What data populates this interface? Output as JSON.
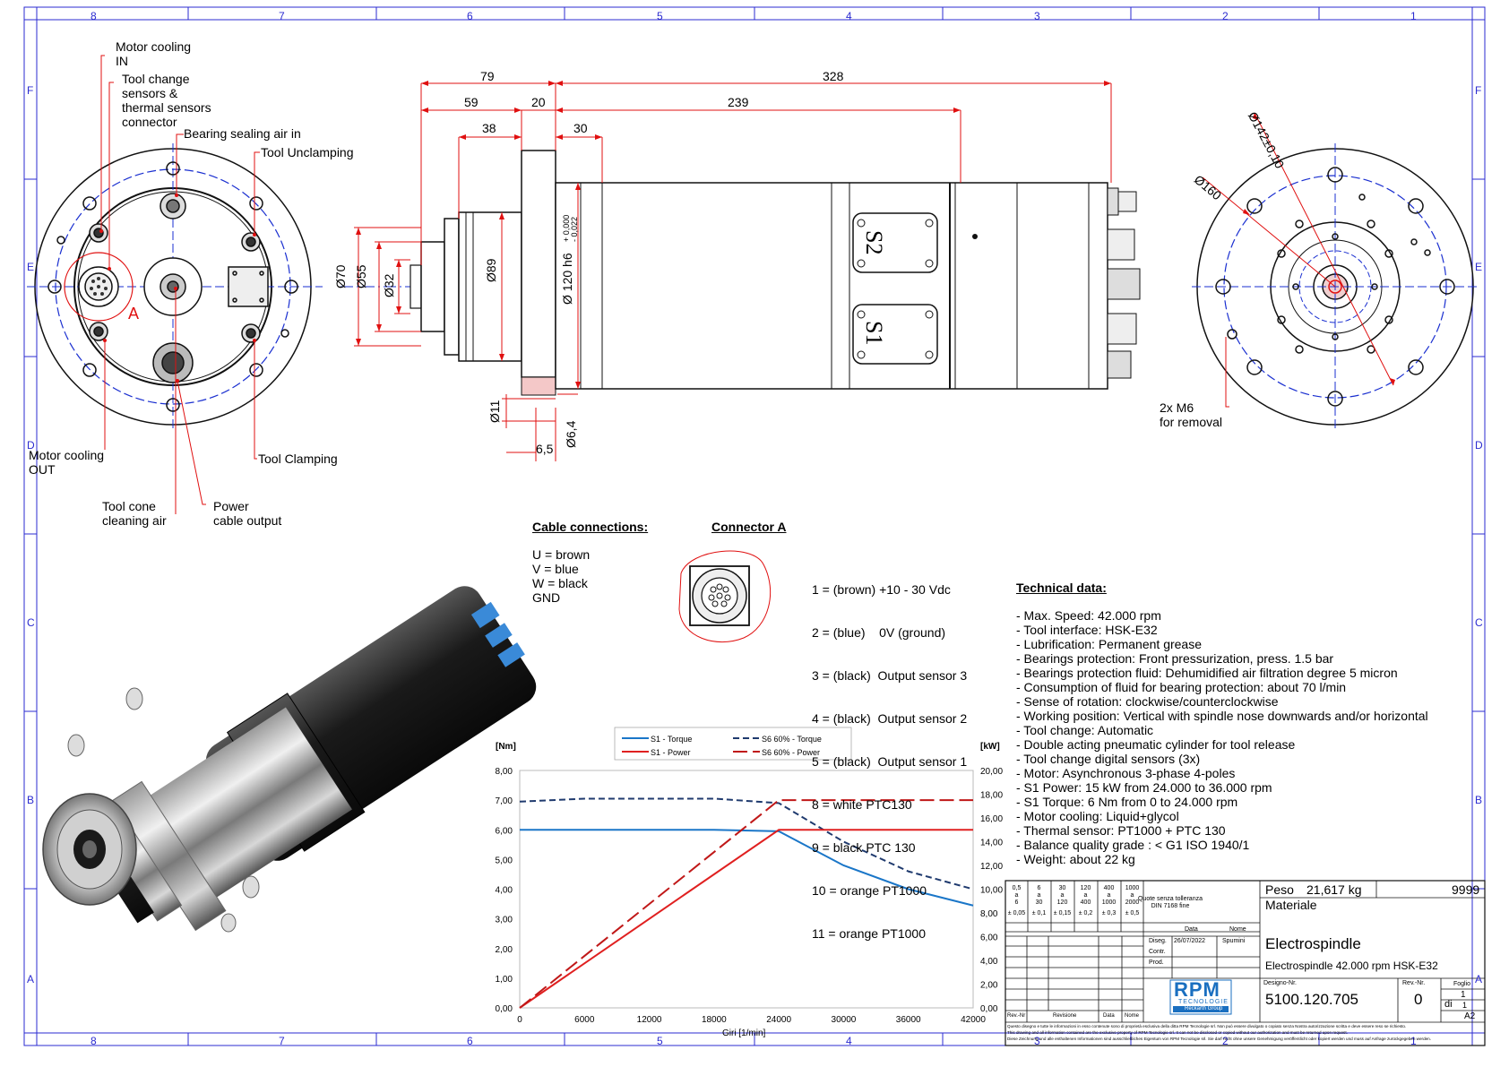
{
  "frame": {
    "column_numbers": [
      "8",
      "7",
      "6",
      "5",
      "4",
      "3",
      "2",
      "1"
    ],
    "row_letters": [
      "F",
      "E",
      "D",
      "C",
      "B",
      "A"
    ]
  },
  "front_view_labels": {
    "motor_cooling_in": [
      "Motor cooling",
      "IN"
    ],
    "tool_change_sensors": [
      "Tool change",
      "sensors &",
      "thermal sensors",
      "connector"
    ],
    "bearing_sealing_air": "Bearing sealing air in",
    "tool_unclamping": "Tool Unclamping",
    "connector_mark": "A",
    "motor_cooling_out": [
      "Motor cooling",
      "OUT"
    ],
    "tool_clamping": "Tool Clamping",
    "tool_cone_cleaning": [
      "Tool cone",
      "cleaning air"
    ],
    "power_cable": [
      "Power",
      "cable output"
    ]
  },
  "side_view_dims": {
    "d79": "79",
    "d328": "328",
    "d59": "59",
    "d20": "20",
    "d239": "239",
    "d38": "38",
    "d30": "30",
    "dia70": "Ø70",
    "dia55": "Ø55",
    "dia32": "Ø32",
    "dia89": "Ø89",
    "dia120": "Ø 120 h6",
    "tol_upper": "+ 0,000",
    "tol_lower": "- 0,022",
    "dia11": "Ø11",
    "d65": "6,5",
    "dia64": "Ø6,4",
    "s2": "S2",
    "s1": "S1"
  },
  "rear_view_labels": {
    "dia142": "Ø142±0,10",
    "dia160": "Ø160",
    "m6": [
      "2x M6",
      "for removal"
    ]
  },
  "cable_connections": {
    "title": "Cable connections:",
    "items": [
      "U = brown",
      "V = blue",
      "W = black",
      "GND"
    ]
  },
  "connector_a": {
    "title": "Connector A",
    "pins": [
      "1 = (brown) +10 - 30 Vdc",
      "2 = (blue)    0V (ground)",
      "3 = (black)  Output sensor 3",
      "4 = (black)  Output sensor 2",
      "5 = (black)  Output sensor 1",
      "8 = white PTC130",
      "9 = black PTC 130",
      "10 = orange PT1000",
      "11 = orange PT1000"
    ]
  },
  "technical_data": {
    "title": "Technical data:",
    "items": [
      "- Max. Speed: 42.000 rpm",
      "- Tool interface: HSK-E32",
      "- Lubrification: Permanent grease",
      "- Bearings protection: Front pressurization, press. 1.5 bar",
      "- Bearings protection fluid: Dehumidified air filtration degree 5 micron",
      "- Consumption of fluid for bearing protection: about 70 l/min",
      "- Sense of rotation: clockwise/counterclockwise",
      "- Working position: Vertical with spindle nose downwards and/or horizontal",
      "- Tool change: Automatic",
      "- Double acting pneumatic cylinder for tool release",
      "- Tool change digital sensors (3x)",
      "- Motor: Asynchronous 3-phase 4-poles",
      "- S1 Power: 15 kW from 24.000 to 36.000 rpm",
      "- S1 Torque: 6 Nm from 0 to 24.000 rpm",
      "- Motor cooling: Liquid+glycol",
      "- Thermal sensor:  PT1000 + PTC 130",
      "- Balance quality grade : < G1 ISO 1940/1",
      "- Weight: about 22 kg"
    ]
  },
  "chart_data": {
    "type": "line",
    "xlabel": "Giri [1/min]",
    "ylabel_left": "[Nm]",
    "ylabel_right": "[kW]",
    "xlim": [
      0,
      42000
    ],
    "ylim_left": [
      0,
      8
    ],
    "ylim_right": [
      0,
      20
    ],
    "x_ticks": [
      "0",
      "6000",
      "12000",
      "18000",
      "24000",
      "30000",
      "36000",
      "42000"
    ],
    "y_left_ticks": [
      "0,00",
      "1,00",
      "2,00",
      "3,00",
      "4,00",
      "5,00",
      "6,00",
      "7,00",
      "8,00"
    ],
    "y_right_ticks": [
      "0,00",
      "2,00",
      "4,00",
      "6,00",
      "8,00",
      "10,00",
      "12,00",
      "14,00",
      "16,00",
      "18,00",
      "20,00"
    ],
    "grid": false,
    "legend_position": "top",
    "series": [
      {
        "name": "S1 - Torque",
        "axis": "left",
        "color": "#1a76c8",
        "dash": "solid",
        "x": [
          0,
          18000,
          24000,
          30000,
          36000,
          42000
        ],
        "y": [
          6.0,
          6.0,
          5.95,
          4.8,
          4.0,
          3.45
        ]
      },
      {
        "name": "S6  60% - Torque",
        "axis": "left",
        "color": "#1f3a6e",
        "dash": "dash",
        "x": [
          0,
          6000,
          12000,
          18000,
          24000,
          30000,
          36000,
          42000
        ],
        "y": [
          6.95,
          7.05,
          7.05,
          7.05,
          6.9,
          5.6,
          4.6,
          4.0
        ]
      },
      {
        "name": "S1 - Power",
        "axis": "right",
        "color": "#e02020",
        "dash": "solid",
        "x": [
          0,
          24000,
          42000
        ],
        "y": [
          0,
          15,
          15
        ]
      },
      {
        "name": "S6  60% - Power",
        "axis": "right",
        "color": "#c01818",
        "dash": "longdash",
        "x": [
          0,
          24000,
          42000
        ],
        "y": [
          0,
          17.5,
          17.5
        ]
      }
    ]
  },
  "title_block": {
    "tolerance_cols": [
      {
        "range": [
          "0,5",
          "a",
          "6"
        ],
        "tol": "± 0,05"
      },
      {
        "range": [
          "6",
          "a",
          "30"
        ],
        "tol": "± 0,1"
      },
      {
        "range": [
          "30",
          "a",
          "120"
        ],
        "tol": "± 0,15"
      },
      {
        "range": [
          "120",
          "a",
          "400"
        ],
        "tol": "± 0,2"
      },
      {
        "range": [
          "400",
          "a",
          "1000"
        ],
        "tol": "± 0,3"
      },
      {
        "range": [
          "1000",
          "a",
          "2000"
        ],
        "tol": "± 0,5"
      }
    ],
    "tolerance_note": [
      "Quote senza tolleranza",
      "DIN 7168 fine"
    ],
    "peso_label": "Peso",
    "peso_value": "21,617 kg",
    "code_9999": "9999",
    "materiale_label": "Materiale",
    "data_label": "Data",
    "nome_label": "Nome",
    "diseg_label": "Diseg.",
    "diseg_date": "26/07/2022",
    "diseg_name": "Spumini",
    "contr_label": "Contr.",
    "prod_label": "Prod.",
    "title": "Electrospindle",
    "subtitle": "Electrospindle 42.000 rpm HSK-E32",
    "logo_text": "RPM",
    "logo_sub": "TECNOLOGIE",
    "logo_group": "Reckarth Group",
    "designo_label": "Designo-Nr.",
    "designo_value": "5100.120.705",
    "rev_label": "Rev.-Nr.",
    "rev_value": "0",
    "foglio_label": "Foglio",
    "foglio_value": "1",
    "di_label": "di",
    "di_value": "1",
    "format": "A2",
    "rev_cols": [
      "Rev.-Nr",
      "Revisione",
      "Data",
      "Nome"
    ],
    "disclaimer": [
      "Questo disegno e tutte le informazioni in esso contenute sono di proprietà esclusiva della ditta RPM Tecnologie srl. Non può essere divulgato o copiato senza Nostra autorizzazione scritta e deve essere reso se richiesto.",
      "This drawing and all information contained are the exclusive property of RPM Tecnologie srl. It can not be disclosed or copied without our authorization and must be returned upon request.",
      "Diese Zeichnung und alle enthaltenen Informationen sind  ausschließliches Eigentum von RPM Tecnologie srl. Sie darf nicht ohne unsere Genehmigung veröffentlicht oder kopiert werden und muss auf Anfrage zurückgegeben werden."
    ]
  },
  "colors": {
    "dim_red": "#e01010",
    "center_blue": "#1a2fd0",
    "frame_blue": "#2b2bd0",
    "metal_dark": "#2a2a2a"
  }
}
